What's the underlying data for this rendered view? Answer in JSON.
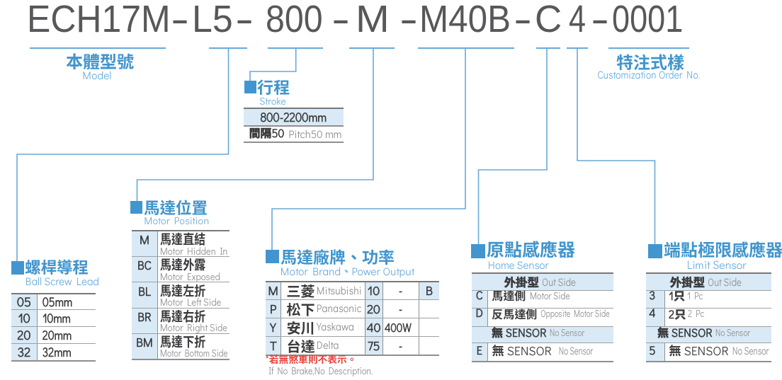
{
  "colors": {
    "accent_blue": "#4195cd",
    "light_blue_fill": "#d9eaf6",
    "line_blue": "#69a9d8",
    "title_gray": "#58585a",
    "dark_text": "#3b3b3d",
    "gray_text": "#919195",
    "note_red": "#e8433c"
  },
  "title": {
    "segments": [
      "ECH17M",
      "-",
      "L5",
      "-",
      "800",
      "-",
      "M",
      "-",
      "M40B",
      "-",
      "C",
      "4",
      "-",
      "0001"
    ]
  },
  "sections": {
    "model": {
      "zh": "本體型號",
      "en": "Model"
    },
    "stroke": {
      "zh": "行程",
      "en": "Stroke",
      "range": "800-2200mm",
      "pitch_zh": "間隔50",
      "pitch_en": "Pitch50 mm"
    },
    "ballscrew": {
      "zh": "螺桿導程",
      "en": "Ball Screw Lead",
      "rows": [
        {
          "code": "05",
          "value": "05mm"
        },
        {
          "code": "10",
          "value": "10mm"
        },
        {
          "code": "20",
          "value": "20mm"
        },
        {
          "code": "32",
          "value": "32mm"
        }
      ]
    },
    "motor_position": {
      "zh": "馬達位置",
      "en": "Motor Position",
      "rows": [
        {
          "code": "M",
          "zh": "馬達直結",
          "en": "Motor Hidden In"
        },
        {
          "code": "BC",
          "zh": "馬達外露",
          "en": "Motor Exposed"
        },
        {
          "code": "BL",
          "zh": "馬達左折",
          "en": "Motor Left Side"
        },
        {
          "code": "BR",
          "zh": "馬達右折",
          "en": "Motor Right Side"
        },
        {
          "code": "BM",
          "zh": "馬達下折",
          "en": "Motor Bottom Side"
        }
      ]
    },
    "motor_brand": {
      "zh": "馬達廠牌、功率",
      "en": "Motor Brand、Power Output",
      "rows": [
        {
          "code": "M",
          "brand_zh": "三菱",
          "brand_en": "Mitsubishi",
          "power_code": "10",
          "power": "-",
          "brake": "B"
        },
        {
          "code": "P",
          "brand_zh": "松下",
          "brand_en": "Panasonic",
          "power_code": "20",
          "power": "-",
          "brake": ""
        },
        {
          "code": "Y",
          "brand_zh": "安川",
          "brand_en": "Yaskawa",
          "power_code": "40",
          "power": "400W",
          "brake": ""
        },
        {
          "code": "T",
          "brand_zh": "台達",
          "brand_en": "Delta",
          "power_code": "75",
          "power": "-",
          "brake": ""
        }
      ],
      "note_zh": "*若無煞車則不表示。",
      "note_en": "If No Brake,No Description."
    },
    "home_sensor": {
      "zh": "原點感應器",
      "en": "Home Sensor",
      "header_zh": "外掛型",
      "header_en": "Out Side",
      "rows": [
        {
          "code": "C",
          "zh": "馬達側",
          "en": "Motor Side"
        },
        {
          "code": "D",
          "zh": "反馬達側",
          "en": "Opposite Motor Side"
        }
      ],
      "divider_zh": "無 SENSOR",
      "divider_en": "No Sensor",
      "last_row": {
        "code": "E",
        "zh": "無 SENSOR",
        "en": "No Sensor"
      }
    },
    "limit_sensor": {
      "zh": "端點極限感應器",
      "en": "Limit Sensor",
      "header_zh": "外掛型",
      "header_en": "Out Side",
      "rows": [
        {
          "code": "3",
          "zh": "1只",
          "en": "1 Pc"
        },
        {
          "code": "4",
          "zh": "2只",
          "en": "2 Pc"
        }
      ],
      "divider_zh": "無 SENSOR",
      "divider_en": "No Sensor",
      "last_row": {
        "code": "5",
        "zh": "無 SENSOR",
        "en": "No Sensor"
      }
    },
    "customization": {
      "zh": "特注式樣",
      "en": "Customization Order No."
    }
  }
}
